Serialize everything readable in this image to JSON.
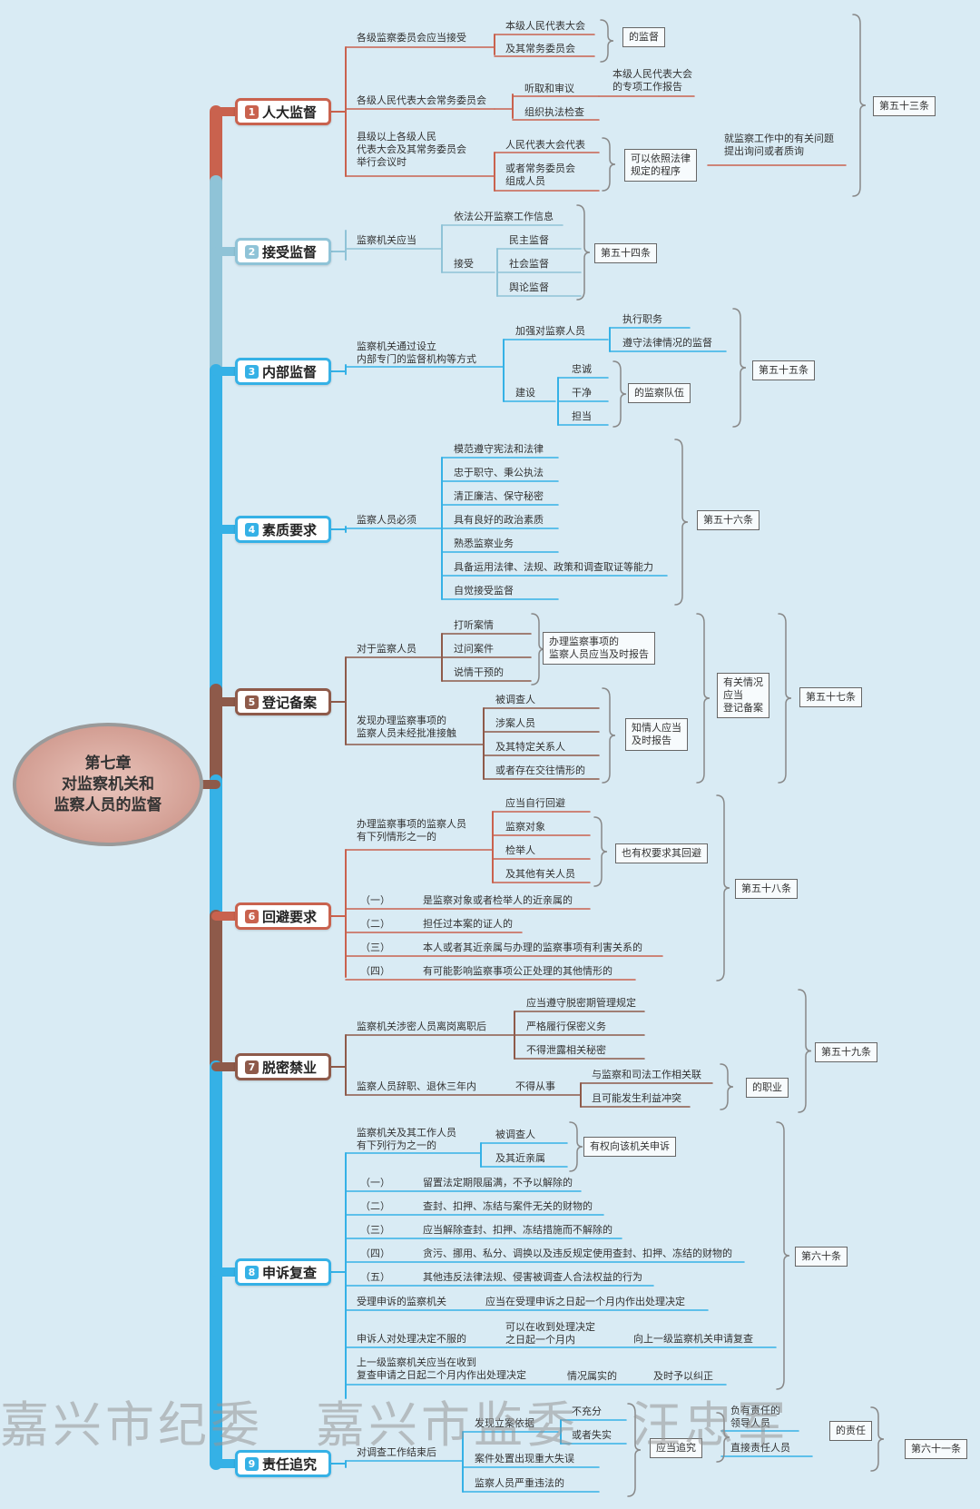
{
  "center": {
    "title": "第七章\n对监察机关和\n监察人员的监督"
  },
  "colors": {
    "red": "#c9624e",
    "blue": "#35b1e6",
    "lightblue": "#8fc3d7",
    "brown": "#8e5a4a",
    "bg": "#d9ebf4"
  },
  "topics": [
    {
      "num": "1",
      "label": "人大监督"
    },
    {
      "num": "2",
      "label": "接受监督"
    },
    {
      "num": "3",
      "label": "内部监督"
    },
    {
      "num": "4",
      "label": "素质要求"
    },
    {
      "num": "5",
      "label": "登记备案"
    },
    {
      "num": "6",
      "label": "回避要求"
    },
    {
      "num": "7",
      "label": "脱密禁业"
    },
    {
      "num": "8",
      "label": "申诉复查"
    },
    {
      "num": "9",
      "label": "责任追究"
    }
  ],
  "t1": {
    "a": "各级监察委员会应当接受",
    "a1": "本级人民代表大会",
    "a2": "及其常务委员会",
    "a_box": "的监督",
    "b": "各级人民代表大会常务委员会",
    "b1": "听取和审议",
    "b1r": "本级人民代表大会\n的专项工作报告",
    "b2": "组织执法检查",
    "c": "县级以上各级人民\n代表大会及其常务委员会\n举行会议时",
    "c1": "人民代表大会代表",
    "c2": "或者常务委员会\n组成人员",
    "c_box": "可以依照法律\n规定的程序",
    "c_r": "就监察工作中的有关问题\n提出询问或者质询",
    "article": "第五十三条"
  },
  "t2": {
    "a": "监察机关应当",
    "b1": "依法公开监察工作信息",
    "b2": "接受",
    "c1": "民主监督",
    "c2": "社会监督",
    "c3": "舆论监督",
    "article": "第五十四条"
  },
  "t3": {
    "a": "监察机关通过设立\n内部专门的监督机构等方式",
    "b1": "加强对监察人员",
    "c1": "执行职务",
    "c2": "遵守法律情况的监督",
    "b2": "建设",
    "d1": "忠诚",
    "d2": "干净",
    "d3": "担当",
    "d_box": "的监察队伍",
    "article": "第五十五条"
  },
  "t4": {
    "a": "监察人员必须",
    "items": [
      "模范遵守宪法和法律",
      "忠于职守、秉公执法",
      "清正廉洁、保守秘密",
      "具有良好的政治素质",
      "熟悉监察业务",
      "具备运用法律、法规、政策和调查取证等能力",
      "自觉接受监督"
    ],
    "article": "第五十六条"
  },
  "t5": {
    "a": "对于监察人员",
    "a1": "打听案情",
    "a2": "过问案件",
    "a3": "说情干预的",
    "a_box": "办理监察事项的\n监察人员应当及时报告",
    "b": "发现办理监察事项的\n监察人员未经批准接触",
    "b1": "被调查人",
    "b2": "涉案人员",
    "b3": "及其特定关系人",
    "b4": "或者存在交往情形的",
    "b_box": "知情人应当\n及时报告",
    "mid_box": "有关情况\n应当\n登记备案",
    "article": "第五十七条"
  },
  "t6": {
    "a": "办理监察事项的监察人员\n有下列情形之一的",
    "a1": "应当自行回避",
    "a2": "监察对象",
    "a3": "检举人",
    "a4": "及其他有关人员",
    "a_box": "也有权要求其回避",
    "items": [
      {
        "n": "（一）",
        "text": "是监察对象或者检举人的近亲属的"
      },
      {
        "n": "（二）",
        "text": "担任过本案的证人的"
      },
      {
        "n": "（三）",
        "text": "本人或者其近亲属与办理的监察事项有利害关系的"
      },
      {
        "n": "（四）",
        "text": "有可能影响监察事项公正处理的其他情形的"
      }
    ],
    "article": "第五十八条"
  },
  "t7": {
    "a": "监察机关涉密人员离岗离职后",
    "a1": "应当遵守脱密期管理规定",
    "a2": "严格履行保密义务",
    "a3": "不得泄露相关秘密",
    "b": "监察人员辞职、退休三年内",
    "b1": "不得从事",
    "b2": "与监察和司法工作相关联",
    "b3": "且可能发生利益冲突",
    "b_box": "的职业",
    "article": "第五十九条"
  },
  "t8": {
    "a": "监察机关及其工作人员\n有下列行为之一的",
    "a1": "被调查人",
    "a2": "及其近亲属",
    "a_box": "有权向该机关申诉",
    "items": [
      {
        "n": "（一）",
        "text": "留置法定期限届满，不予以解除的"
      },
      {
        "n": "（二）",
        "text": "查封、扣押、冻结与案件无关的财物的"
      },
      {
        "n": "（三）",
        "text": "应当解除查封、扣押、冻结措施而不解除的"
      },
      {
        "n": "（四）",
        "text": "贪污、挪用、私分、调换以及违反规定使用查封、扣押、冻结的财物的"
      },
      {
        "n": "（五）",
        "text": "其他违反法律法规、侵害被调查人合法权益的行为"
      }
    ],
    "b": "受理申诉的监察机关",
    "b1": "应当在受理申诉之日起一个月内作出处理决定",
    "c": "申诉人对处理决定不服的",
    "c1": "可以在收到处理决定\n之日起一个月内",
    "c2": "向上一级监察机关申请复查",
    "d": "上一级监察机关应当在收到\n复查申请之日起二个月内作出处理决定",
    "d1": "情况属实的",
    "d2": "及时予以纠正",
    "article": "第六十条"
  },
  "t9": {
    "a": "对调查工作结束后",
    "a1": "发现立案依据",
    "a1a": "不充分",
    "a1b": "或者失实",
    "a2": "案件处置出现重大失误",
    "a3": "监察人员严重违法的",
    "box1": "应当追究",
    "r1": "负有责任的\n领导人员",
    "r2": "直接责任人员",
    "box2": "的责任",
    "article": "第六十一条"
  },
  "watermark": "嘉兴市纪委　嘉兴市监委　汪忠军"
}
